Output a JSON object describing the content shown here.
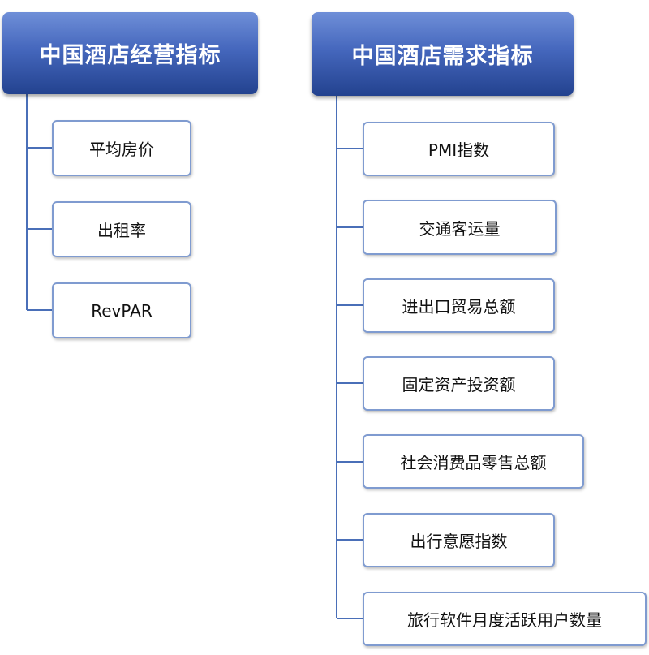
{
  "left_group": {
    "title": "中国酒店经营指标",
    "items": [
      "平均房价",
      "出租率",
      "RevPAR"
    ]
  },
  "right_group": {
    "title": "中国酒店需求指标",
    "items": [
      "PMI指数",
      "交通客运量",
      "进出口贸易总额",
      "固定资产投资额",
      "社会消费品零售总额",
      "出行意愿指数",
      "旅行软件月度活跃用户数量"
    ]
  }
}
